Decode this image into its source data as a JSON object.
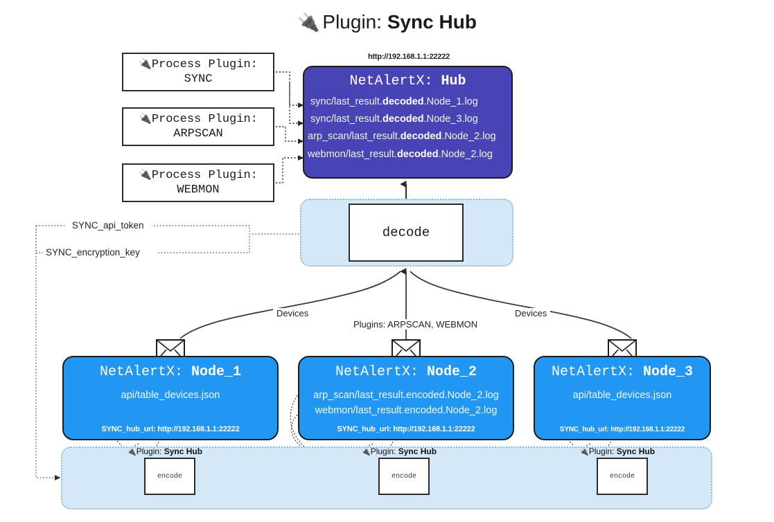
{
  "title": {
    "icon": "plug-icon",
    "glyph": "🔌",
    "prefix": "Plugin: ",
    "name": "Sync Hub"
  },
  "process_plugins": [
    {
      "glyph": "🔌",
      "header": "Process Plugin:",
      "name": "SYNC"
    },
    {
      "glyph": "🔌",
      "header": "Process Plugin:",
      "name": "ARPSCAN"
    },
    {
      "glyph": "🔌",
      "header": "Process Plugin:",
      "name": "WEBMON"
    }
  ],
  "hub": {
    "url": "http://192.168.1.1:22222",
    "title_prefix": "NetAlertX: ",
    "title_name": "Hub",
    "lines": [
      {
        "pre": "sync/last_result.",
        "em": "decoded",
        "post": ".Node_1.log"
      },
      {
        "pre": "sync/last_result.",
        "em": "decoded",
        "post": ".Node_3.log"
      },
      {
        "pre": "arp_scan/last_result.",
        "em": "decoded",
        "post": ".Node_2.log"
      },
      {
        "pre": "webmon/last_result.",
        "em": "decoded",
        "post": ".Node_2.log"
      }
    ]
  },
  "decode": {
    "label": "decode"
  },
  "keys": {
    "api_token": "SYNC_api_token",
    "encryption_key": "SYNC_encryption_key"
  },
  "edge_labels": {
    "devices_left": "Devices",
    "devices_right": "Devices",
    "plugins": "Plugins: ARPSCAN, WEBMON"
  },
  "nodes": [
    {
      "title_prefix": "NetAlertX: ",
      "title_name": "Node_1",
      "lines": [
        "api/table_devices.json"
      ],
      "footer": "SYNC_hub_url: http://192.168.1.1:22222"
    },
    {
      "title_prefix": "NetAlertX: ",
      "title_name": "Node_2",
      "lines": [
        "arp_scan/last_result.encoded.Node_2.log",
        "webmon/last_result.encoded.Node_2.log"
      ],
      "footer": "SYNC_hub_url: http://192.168.1.1:22222"
    },
    {
      "title_prefix": "NetAlertX: ",
      "title_name": "Node_3",
      "lines": [
        "api/table_devices.json"
      ],
      "footer": "SYNC_hub_url: http://192.168.1.1:22222"
    }
  ],
  "encode_sections": [
    {
      "glyph": "🔌",
      "label_prefix": "Plugin: ",
      "label_name": "Sync Hub",
      "box": "encode"
    },
    {
      "glyph": "🔌",
      "label_prefix": "Plugin: ",
      "label_name": "Sync Hub",
      "box": "encode"
    },
    {
      "glyph": "🔌",
      "label_prefix": "Plugin: ",
      "label_name": "Sync Hub",
      "box": "encode"
    }
  ],
  "colors": {
    "hub_fill": "#4944b5",
    "node_fill": "#2196f3",
    "zone_fill": "#d5e8f8",
    "zone_border": "#8fb8d6",
    "stroke": "#2b2b2b"
  }
}
